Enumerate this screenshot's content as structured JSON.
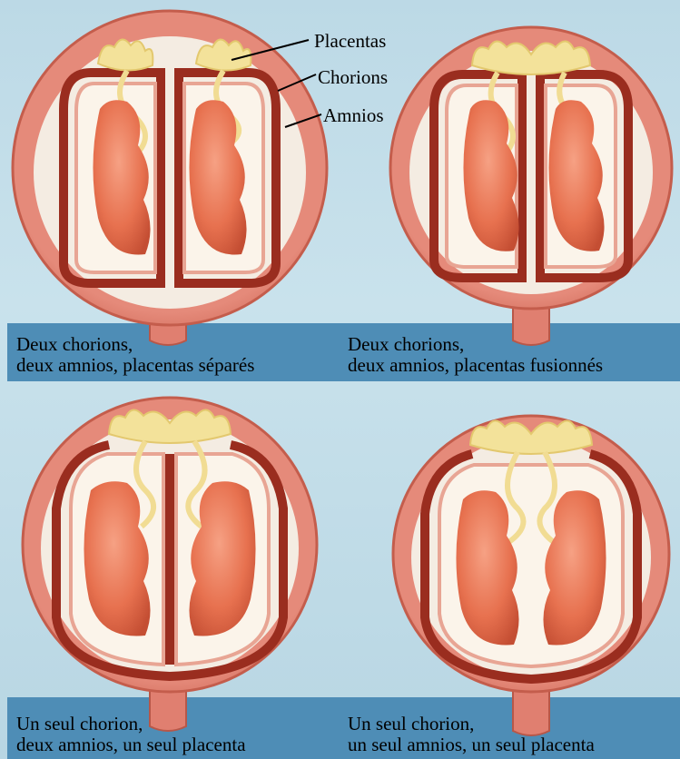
{
  "callouts": {
    "placentas": "Placentas",
    "chorions": "Chorions",
    "amnios": "Amnios"
  },
  "panels": [
    {
      "line1": "Deux chorions,",
      "line2": "deux amnios, placentas séparés"
    },
    {
      "line1": "Deux chorions,",
      "line2": "deux amnios, placentas fusionnés"
    },
    {
      "line1": "Un seul chorion,",
      "line2": "deux amnios, un seul placenta"
    },
    {
      "line1": "Un seul chorion,",
      "line2": "un seul amnios, un seul placenta"
    }
  ],
  "colors": {
    "uterus": "#e07f70",
    "chorion": "#9a2d1f",
    "amnion_fluid": "#f6f0e4",
    "placenta": "#f3e29a",
    "fetus": "#e7714f",
    "band": "#4e8db6"
  }
}
